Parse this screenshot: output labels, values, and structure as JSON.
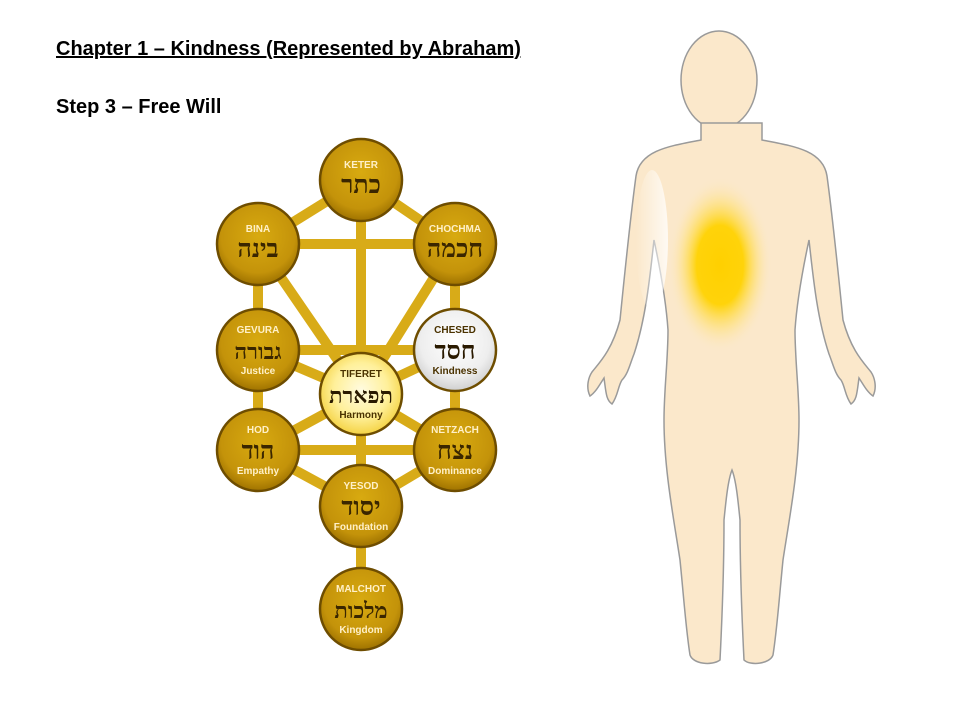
{
  "slide": {
    "chapter_title": "Chapter 1 – Kindness (Represented by Abraham)",
    "step_title": "Step 3 – Free Will"
  },
  "tree": {
    "colors": {
      "node_fill": "#c89a06",
      "node_stroke": "#6e4d00",
      "path": "#d8ab18",
      "active_node_fill": "#f2f2f2",
      "highlight_node_fill": "#ffe97a",
      "dark_text": "#3a2600",
      "light_text": "#fff6dc"
    },
    "sefirot": [
      {
        "id": "keter",
        "name": "KETER",
        "hebrew": "כתר",
        "meaning": "",
        "state": "normal"
      },
      {
        "id": "bina",
        "name": "BINA",
        "hebrew": "בינה",
        "meaning": "",
        "state": "normal"
      },
      {
        "id": "chochma",
        "name": "CHOCHMA",
        "hebrew": "חכמה",
        "meaning": "",
        "state": "normal"
      },
      {
        "id": "gevura",
        "name": "GEVURA",
        "hebrew": "גבורה",
        "meaning": "Justice",
        "state": "normal"
      },
      {
        "id": "chesed",
        "name": "CHESED",
        "hebrew": "חסד",
        "meaning": "Kindness",
        "state": "active"
      },
      {
        "id": "tiferet",
        "name": "TIFERET",
        "hebrew": "תפארת",
        "meaning": "Harmony",
        "state": "highlight"
      },
      {
        "id": "hod",
        "name": "HOD",
        "hebrew": "הוד",
        "meaning": "Empathy",
        "state": "normal"
      },
      {
        "id": "netzach",
        "name": "NETZACH",
        "hebrew": "נצח",
        "meaning": "Dominance",
        "state": "normal"
      },
      {
        "id": "yesod",
        "name": "YESOD",
        "hebrew": "יסוד",
        "meaning": "Foundation",
        "state": "normal"
      },
      {
        "id": "malchot",
        "name": "MALCHOT",
        "hebrew": "מלכות",
        "meaning": "Kingdom",
        "state": "normal"
      }
    ],
    "paths": [
      [
        "keter",
        "bina"
      ],
      [
        "keter",
        "chochma"
      ],
      [
        "keter",
        "tiferet"
      ],
      [
        "bina",
        "chochma"
      ],
      [
        "bina",
        "gevura"
      ],
      [
        "bina",
        "tiferet"
      ],
      [
        "chochma",
        "chesed"
      ],
      [
        "chochma",
        "tiferet"
      ],
      [
        "gevura",
        "chesed"
      ],
      [
        "gevura",
        "tiferet"
      ],
      [
        "gevura",
        "hod"
      ],
      [
        "chesed",
        "tiferet"
      ],
      [
        "chesed",
        "netzach"
      ],
      [
        "tiferet",
        "hod"
      ],
      [
        "tiferet",
        "netzach"
      ],
      [
        "tiferet",
        "yesod"
      ],
      [
        "hod",
        "netzach"
      ],
      [
        "hod",
        "yesod"
      ],
      [
        "netzach",
        "yesod"
      ],
      [
        "yesod",
        "malchot"
      ]
    ]
  },
  "body": {
    "skin_color": "#fbe8cb",
    "outline_color": "#9a9a9a",
    "glow_color": "#ffd000",
    "glow_region": "torso"
  }
}
